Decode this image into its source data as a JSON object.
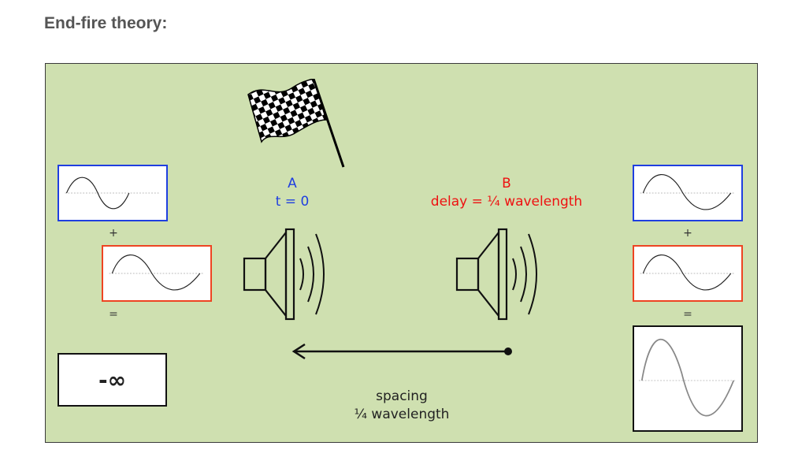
{
  "title": "End-fire theory:",
  "colors": {
    "panel_bg": "#cfe0b0",
    "blue": "#1f3fe0",
    "red": "#ee4422",
    "speaker_a_label": "#1f3fe0",
    "speaker_b_label": "#ee1111"
  },
  "left": {
    "plus": "+",
    "equals": "=",
    "result": "-∞"
  },
  "right": {
    "plus": "+",
    "equals": "="
  },
  "speaker_a": {
    "name": "A",
    "detail": "t = 0"
  },
  "speaker_b": {
    "name": "B",
    "detail": "delay = ¼ wavelength"
  },
  "spacing": {
    "line1": "spacing",
    "line2": "¼ wavelength"
  },
  "icons": [
    "checkered-flag-icon",
    "speaker-icon",
    "sound-waves-icon",
    "arrow-left-icon"
  ]
}
